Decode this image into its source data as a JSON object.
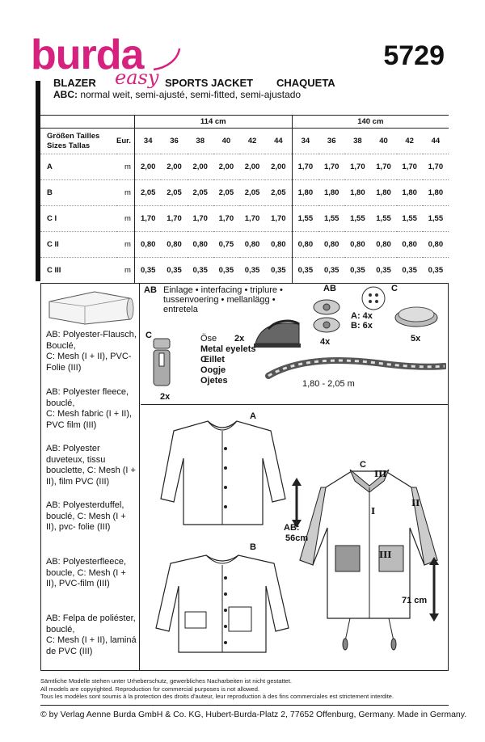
{
  "brand": {
    "name": "burda",
    "sub": "easy",
    "color": "#d6227e"
  },
  "pattern_number": "5729",
  "titles": {
    "t1": "BLAZER",
    "t2": "SPORTS JACKET",
    "t3": "CHAQUETA"
  },
  "fit": {
    "label": "ABC:",
    "text": " normal weit, semi-ajusté, semi-fitted, semi-ajustado"
  },
  "table": {
    "size_header": {
      "line1": "Größen Tailles",
      "line2": "Sizes  Tallas",
      "eur": "Eur."
    },
    "width_114": "114 cm",
    "width_140": "140 cm",
    "sizes": [
      "34",
      "36",
      "38",
      "40",
      "42",
      "44",
      "34",
      "36",
      "38",
      "40",
      "42",
      "44"
    ],
    "rows": [
      {
        "label": "A",
        "unit": "m",
        "values": [
          "2,00",
          "2,00",
          "2,00",
          "2,00",
          "2,00",
          "2,00",
          "1,70",
          "1,70",
          "1,70",
          "1,70",
          "1,70",
          "1,70"
        ]
      },
      {
        "label": "B",
        "unit": "m",
        "values": [
          "2,05",
          "2,05",
          "2,05",
          "2,05",
          "2,05",
          "2,05",
          "1,80",
          "1,80",
          "1,80",
          "1,80",
          "1,80",
          "1,80"
        ]
      },
      {
        "label": "C I",
        "unit": "m",
        "values": [
          "1,70",
          "1,70",
          "1,70",
          "1,70",
          "1,70",
          "1,70",
          "1,55",
          "1,55",
          "1,55",
          "1,55",
          "1,55",
          "1,55"
        ]
      },
      {
        "label": "C II",
        "unit": "m",
        "values": [
          "0,80",
          "0,80",
          "0,80",
          "0,75",
          "0,80",
          "0,80",
          "0,80",
          "0,80",
          "0,80",
          "0,80",
          "0,80",
          "0,80"
        ]
      },
      {
        "label": "C III",
        "unit": "m",
        "values": [
          "0,35",
          "0,35",
          "0,35",
          "0,35",
          "0,35",
          "0,35",
          "0,35",
          "0,35",
          "0,35",
          "0,35",
          "0,35",
          "0,35"
        ]
      }
    ]
  },
  "materials": [
    "AB: Polyester-Flausch, Bouclé,\nC: Mesh (I + II), PVC-Folie (III)",
    "AB: Polyester fleece, bouclé,\nC: Mesh fabric (I + II), PVC film (III)",
    "AB: Polyester duveteux, tissu bouclette, C: Mesh (I + II), film PVC (III)",
    "AB: Polyesterduffel, bouclé, C: Mesh (I + II), pvc- folie (III)",
    "AB: Polyesterfleece, boucle, C: Mesh (I + II), PVC-film (III)",
    "AB: Felpa de poliéster, bouclé,\nC: Mesh (I + II), laminá de PVC (III)"
  ],
  "notions": {
    "interfacing_label": "AB",
    "interfacing_text": [
      "Einlage • interfacing • triplure •",
      "tussenvoering • mellanlägg •",
      "entretela"
    ],
    "snaps_label": "AB",
    "snaps_counts": [
      "A: 4x",
      "B: 6x"
    ],
    "snaps_under": "4x",
    "button_label": "C",
    "button_count": "5x",
    "stopper_label": "C",
    "stopper_count": "2x",
    "eyelet_title": "Öse",
    "eyelet_count": "2x",
    "eyelet_names": [
      "Metal eyelets",
      "Œillet",
      "Oogje",
      "Ojetes"
    ],
    "cord_length": "1,80 - 2,05 m"
  },
  "views": {
    "a_label": "A",
    "b_label": "B",
    "c_label": "C",
    "ab_length_label": "AB:",
    "ab_length": "56cm",
    "c_length": "71 cm",
    "roman_I": "I",
    "roman_II": "II",
    "roman_III": "III"
  },
  "footer": {
    "line1": "Sämtliche Modelle stehen unter Urheberschutz, gewerbliches Nacharbeiten ist nicht gestattet.",
    "line2": "All models are copyrighted. Reproduction for commercial purposes is not allowed.",
    "line3": "Tous les modèles sont soumis à la protection des droits d'auteur, leur reproduction à des fins commerciales est strictement interdite.",
    "copyright": "© by Verlag Aenne Burda GmbH & Co. KG, Hubert-Burda-Platz 2, 77652 Offenburg, Germany. Made in Germany."
  }
}
